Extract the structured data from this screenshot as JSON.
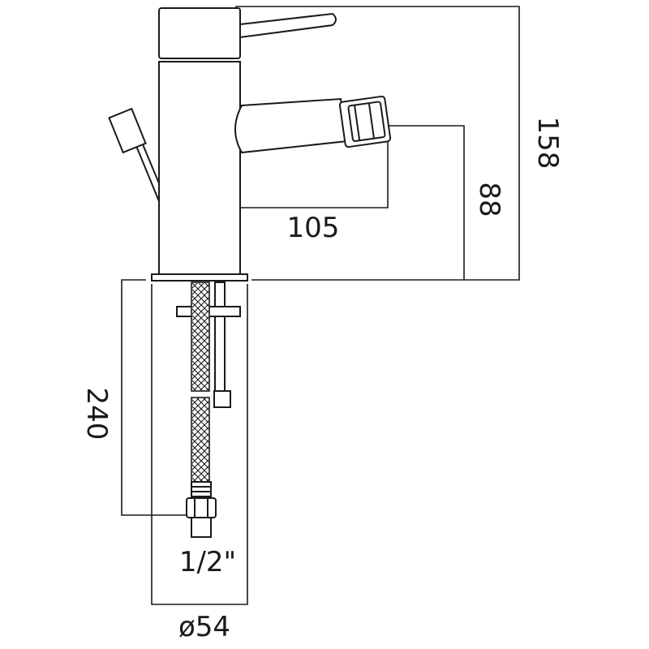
{
  "dimensions": {
    "total_height": "158",
    "spout_height": "88",
    "spout_reach": "105",
    "hose_length": "240",
    "thread_size": "1/2\"",
    "base_diameter": "ø54"
  }
}
